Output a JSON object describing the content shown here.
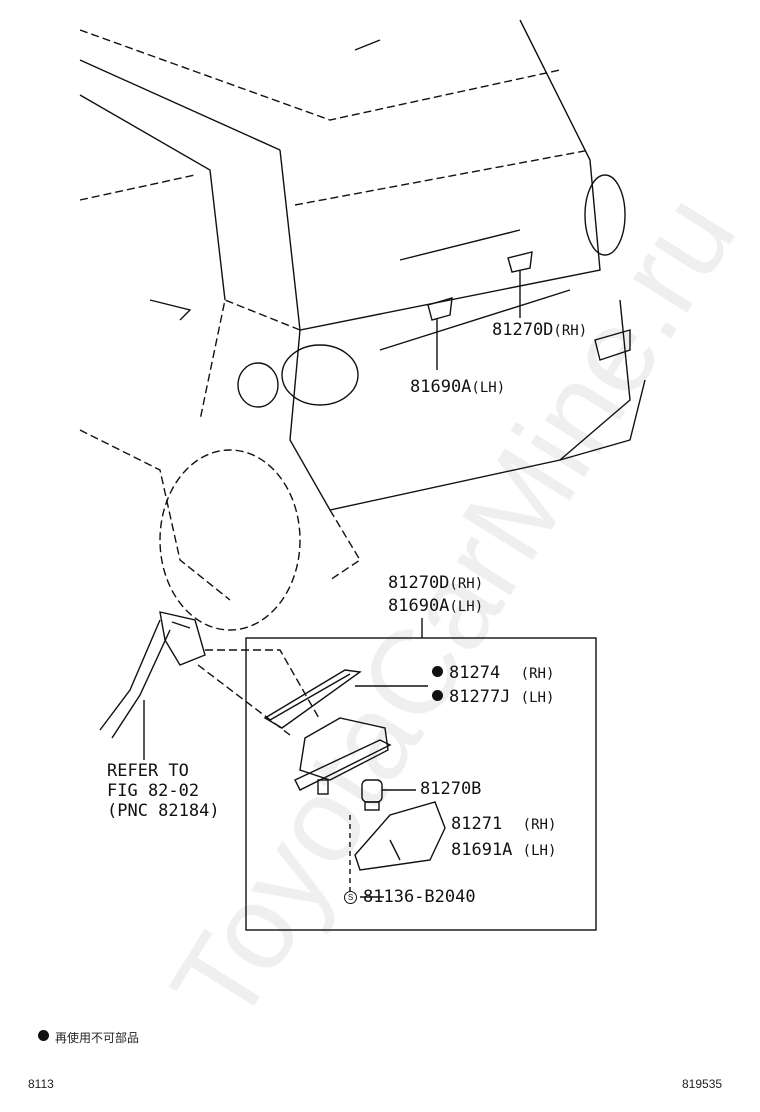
{
  "watermark": "ToyotaCarMine.ru",
  "callouts": [
    {
      "id": "c1",
      "code": "81270D",
      "side": "(RH)"
    },
    {
      "id": "c2",
      "code": "81690A",
      "side": "(LH)"
    },
    {
      "id": "c3",
      "code": "81270D",
      "side": "(RH)"
    },
    {
      "id": "c4",
      "code": "81690A",
      "side": "(LH)"
    },
    {
      "id": "c5",
      "code": "81274",
      "side": "(RH)",
      "marker": "dot"
    },
    {
      "id": "c6",
      "code": "81277J",
      "side": "(LH)",
      "marker": "dot"
    },
    {
      "id": "c7",
      "code": "81270B",
      "side": ""
    },
    {
      "id": "c8",
      "code": "81271",
      "side": "(RH)"
    },
    {
      "id": "c9",
      "code": "81691A",
      "side": "(LH)"
    },
    {
      "id": "c10",
      "code": "81136-B2040",
      "side": "",
      "marker": "s"
    }
  ],
  "refer": {
    "line1": "REFER TO",
    "line2": "FIG 82-02",
    "line3": "(PNC 82184)"
  },
  "legend": {
    "text": "再使用不可部品"
  },
  "footer": {
    "left": "8113",
    "right": "819535"
  },
  "marker_s": "S"
}
